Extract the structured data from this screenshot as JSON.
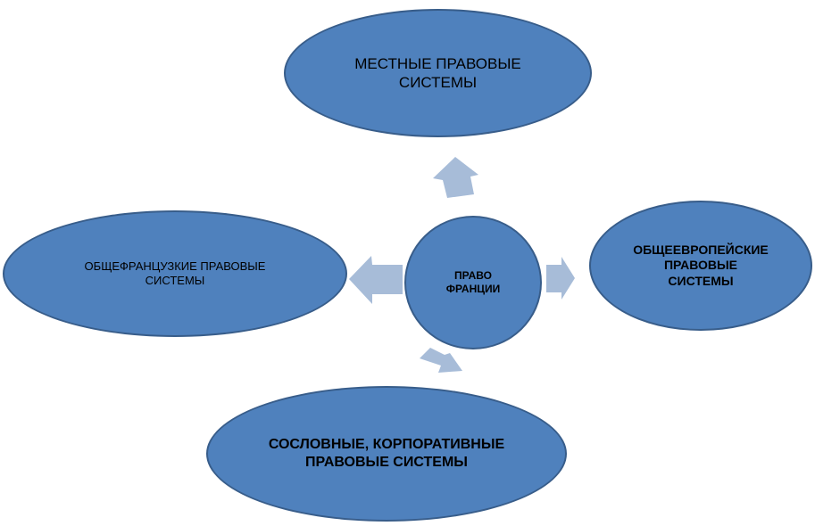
{
  "diagram": {
    "center": {
      "line1": "ПРАВО",
      "line2": "ФРАНЦИИ"
    },
    "top": {
      "line1": "МЕСТНЫЕ ПРАВОВЫЕ",
      "line2": "СИСТЕМЫ"
    },
    "left": {
      "line1": "ОБЩЕФРАНЦУЗКИЕ ПРАВОВЫЕ",
      "line2": "СИСТЕМЫ"
    },
    "right": {
      "line1": "ОБЩЕЕВРОПЕЙСКИЕ",
      "line2": "ПРАВОВЫЕ",
      "line3": "СИСТЕМЫ"
    },
    "bottom": {
      "line1": "СОСЛОВНЫЕ, КОРПОРАТИВНЫЕ",
      "line2": "ПРАВОВЫЕ СИСТЕМЫ"
    },
    "colors": {
      "node_fill": "#4f81bd",
      "node_border": "#385d8a",
      "arrow_fill": "#a7bcd8"
    }
  }
}
